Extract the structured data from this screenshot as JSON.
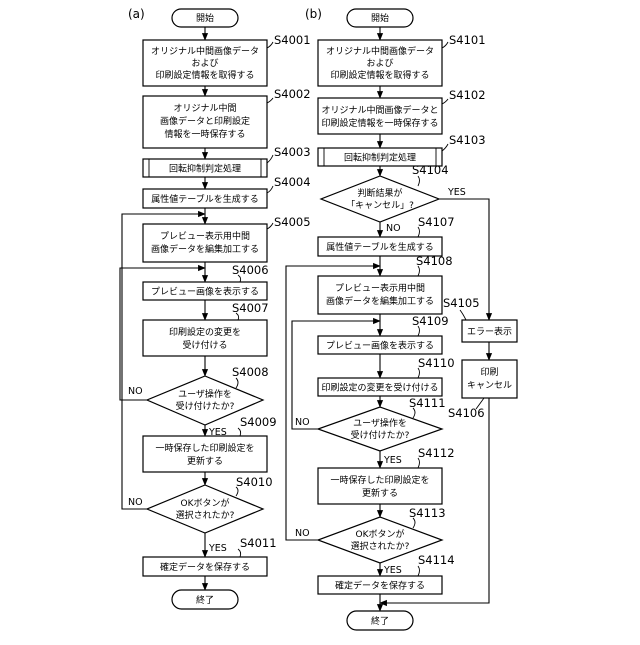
{
  "panels": [
    {
      "id": "a",
      "label": "(a)"
    },
    {
      "id": "b",
      "label": "(b)"
    }
  ],
  "nodes": {
    "a_start": {
      "lines": [
        "開始"
      ]
    },
    "a_s4001": {
      "lines": [
        "オリジナル中間画像データ",
        "および",
        "印刷設定情報を取得する"
      ]
    },
    "a_s4002": {
      "lines": [
        "オリジナル中間",
        "画像データと印刷設定",
        "情報を一時保存する"
      ]
    },
    "a_s4003": {
      "lines": [
        "回転抑制判定処理"
      ]
    },
    "a_s4004": {
      "lines": [
        "属性値テーブルを生成する"
      ]
    },
    "a_s4005": {
      "lines": [
        "プレビュー表示用中間",
        "画像データを編集加工する"
      ]
    },
    "a_s4006": {
      "lines": [
        "プレビュー画像を表示する"
      ]
    },
    "a_s4007": {
      "lines": [
        "印刷設定の変更を",
        "受け付ける"
      ]
    },
    "a_s4008": {
      "lines": [
        "ユーザ操作を",
        "受け付けたか?"
      ]
    },
    "a_s4009": {
      "lines": [
        "一時保存した印刷設定を",
        "更新する"
      ]
    },
    "a_s4010": {
      "lines": [
        "OKボタンが",
        "選択されたか?"
      ]
    },
    "a_s4011": {
      "lines": [
        "確定データを保存する"
      ]
    },
    "a_end": {
      "lines": [
        "終了"
      ]
    },
    "b_start": {
      "lines": [
        "開始"
      ]
    },
    "b_s4101": {
      "lines": [
        "オリジナル中間画像データ",
        "および",
        "印刷設定情報を取得する"
      ]
    },
    "b_s4102": {
      "lines": [
        "オリジナル中間画像データと",
        "印刷設定情報を一時保存する"
      ]
    },
    "b_s4103": {
      "lines": [
        "回転抑制判定処理"
      ]
    },
    "b_s4104": {
      "lines": [
        "判断結果が",
        "「キャンセル」?"
      ]
    },
    "b_s4107": {
      "lines": [
        "属性値テーブルを生成する"
      ]
    },
    "b_s4108": {
      "lines": [
        "プレビュー表示用中間",
        "画像データを編集加工する"
      ]
    },
    "b_s4109": {
      "lines": [
        "プレビュー画像を表示する"
      ]
    },
    "b_s4110": {
      "lines": [
        "印刷設定の変更を受け付ける"
      ]
    },
    "b_s4111": {
      "lines": [
        "ユーザ操作を",
        "受け付けたか?"
      ]
    },
    "b_s4112": {
      "lines": [
        "一時保存した印刷設定を",
        "更新する"
      ]
    },
    "b_s4113": {
      "lines": [
        "OKボタンが",
        "選択されたか?"
      ]
    },
    "b_s4114": {
      "lines": [
        "確定データを保存する"
      ]
    },
    "b_s4105": {
      "lines": [
        "エラー表示"
      ]
    },
    "b_s4106": {
      "lines": [
        "印刷",
        "キャンセル"
      ]
    },
    "b_end": {
      "lines": [
        "終了"
      ]
    }
  },
  "step_labels": {
    "a_s4001": "S4001",
    "a_s4002": "S4002",
    "a_s4003": "S4003",
    "a_s4004": "S4004",
    "a_s4005": "S4005",
    "a_s4006": "S4006",
    "a_s4007": "S4007",
    "a_s4008": "S4008",
    "a_s4009": "S4009",
    "a_s4010": "S4010",
    "a_s4011": "S4011",
    "b_s4101": "S4101",
    "b_s4102": "S4102",
    "b_s4103": "S4103",
    "b_s4104": "S4104",
    "b_s4105": "S4105",
    "b_s4106": "S4106",
    "b_s4107": "S4107",
    "b_s4108": "S4108",
    "b_s4109": "S4109",
    "b_s4110": "S4110",
    "b_s4111": "S4111",
    "b_s4112": "S4112",
    "b_s4113": "S4113",
    "b_s4114": "S4114"
  },
  "edge_labels": {
    "a_s4008_yes": "YES",
    "a_s4008_no": "NO",
    "a_s4010_yes": "YES",
    "a_s4010_no": "NO",
    "b_s4104_yes": "YES",
    "b_s4104_no": "NO",
    "b_s4111_yes": "YES",
    "b_s4111_no": "NO",
    "b_s4113_yes": "YES",
    "b_s4113_no": "NO"
  }
}
